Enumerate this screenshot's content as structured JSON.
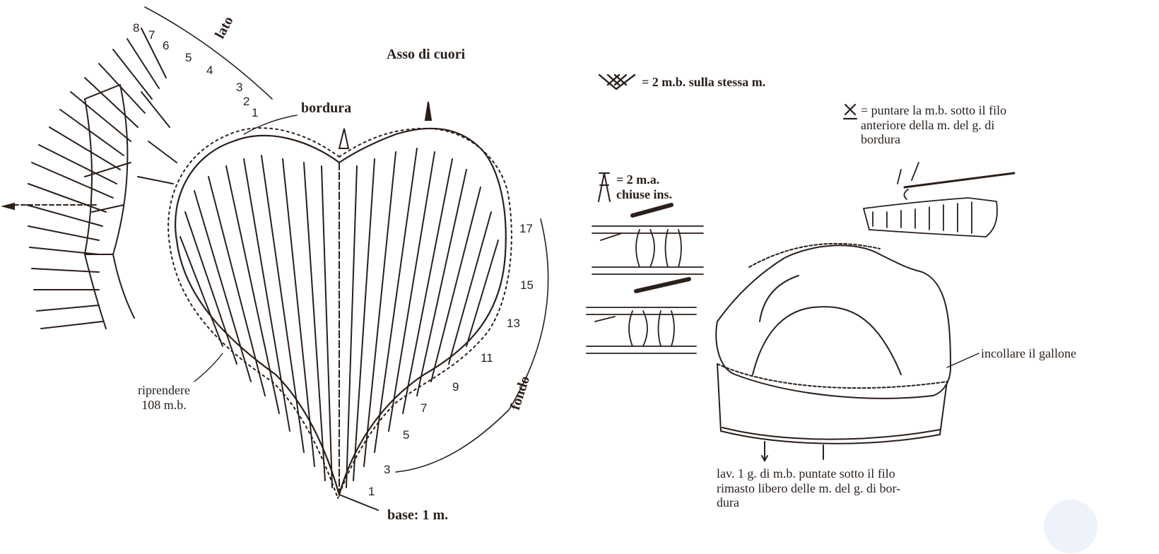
{
  "title": "Asso di cuori",
  "chart_labels": {
    "lato": "lato",
    "bordura": "bordura",
    "fondo": "fondo",
    "riprendere_line1": "riprendere",
    "riprendere_line2": "108 m.b.",
    "base": "base: 1 m."
  },
  "side_row_numbers": [
    "8",
    "7",
    "6",
    "5",
    "4",
    "3",
    "2",
    "1"
  ],
  "bottom_row_numbers": [
    "17",
    "15",
    "13",
    "11",
    "9",
    "7",
    "5",
    "3",
    "1"
  ],
  "legend": {
    "two_sc": "= 2 m.b. sulla stessa m.",
    "two_dc_line1": "= 2 m.a.",
    "two_dc_line2": "chiuse ins.",
    "front_loop_line1": "= puntare la m.b. sotto il filo",
    "front_loop_line2": "anteriore della m. del g. di",
    "front_loop_line3": "bordura"
  },
  "assembly": {
    "glue": "incollare il gallone",
    "note_line1": "lav. 1 g. di m.b. puntate sotto il filo",
    "note_line2": "rimasto libero delle m. del g. di bor-",
    "note_line3": "dura"
  },
  "icons": {
    "two_sc_symbol": "double-x-v-icon",
    "two_dc_symbol": "closed-a-icon",
    "front_loop_symbol": "underlined-x-icon",
    "marker": "triangle-marker-icon"
  },
  "colors": {
    "ink": "#2a1f1a",
    "paper": "#ffffff"
  }
}
